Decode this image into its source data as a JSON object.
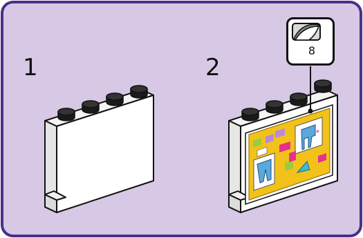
{
  "steps": [
    {
      "number": "1"
    },
    {
      "number": "2"
    }
  ],
  "callout": {
    "quantity": "8",
    "icon": "sticker-sheet-icon"
  },
  "colors": {
    "frame_border": "#4a2f88",
    "panel_background": "#d7c8e6",
    "brick": "#ffffff",
    "stud": "#1a1a1a",
    "board": "#f2c21b"
  }
}
